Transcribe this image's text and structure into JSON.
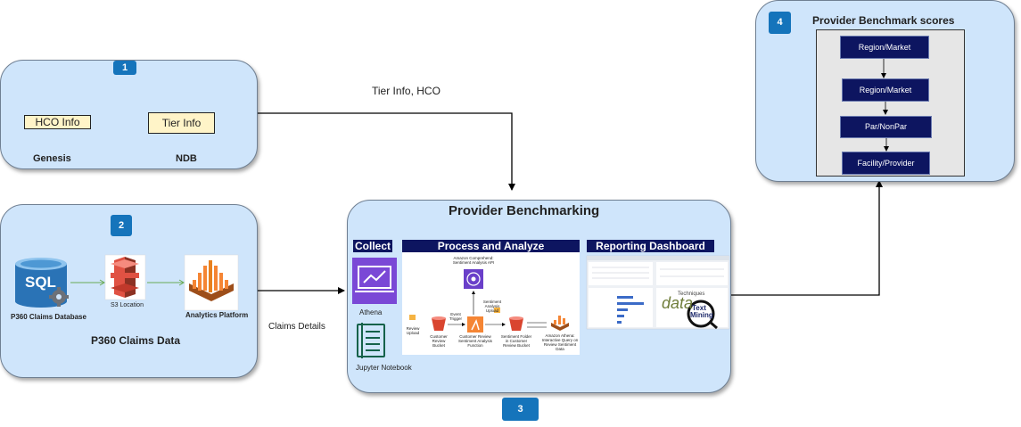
{
  "panel1": {
    "badge": "1",
    "hco_box": "HCO Info",
    "tier_box": "Tier Info",
    "genesis_label": "Genesis",
    "ndb_label": "NDB"
  },
  "panel2": {
    "badge": "2",
    "sql_text": "SQL",
    "db_label": "P360 Claims Database",
    "s3_label": "S3 Location",
    "analytics_label": "Analytics Platform",
    "title": "P360 Claims Data"
  },
  "connectors": {
    "tier_hco": "Tier Info, HCO",
    "claims_details": "Claims Details"
  },
  "panel3": {
    "title": "Provider Benchmarking",
    "collect": "Collect",
    "process": "Process and Analyze",
    "reporting": "Reporting Dashboard",
    "athena_label": "Athena",
    "jupyter_label": "Jupyter Notebook",
    "badge": "3",
    "flow": {
      "comprehend_api": "Amazon Comprehend: Sentiment Analysis API",
      "sentiment_upload": "Sentiment Analysis Upload",
      "review_upload": "Review Upload",
      "event_trigger": "Event Trigger",
      "review_bucket": "Customer Review Bucket",
      "sentiment_function": "Customer Review Sentiment Analysis Function",
      "sentiment_folder": "Sentiment Folder in Customer Review Bucket",
      "athena_query": "Amazon Athena: Interactive Query on Review Sentiment Data"
    },
    "cloud_words": [
      "data",
      "Text",
      "Mining",
      "Techniques"
    ]
  },
  "panel4": {
    "badge": "4",
    "title": "Provider Benchmark scores",
    "items": [
      "Region/Market",
      "Region/Market",
      "Par/NonPar",
      "Facility/Provider"
    ]
  },
  "colors": {
    "panel_fill": "#cfe5fb",
    "badge": "#1574bb",
    "navy": "#0d1560",
    "info_box": "#fff4c8",
    "aws_orange": "#f58534",
    "aws_red": "#d9452f",
    "athena_purple": "#7a48d6"
  },
  "icons": [
    "sql-database-icon",
    "gear-icon",
    "s3-bucket-icon",
    "analytics-platform-icon",
    "athena-icon",
    "notebook-icon",
    "comprehend-icon",
    "lambda-icon",
    "magnifier-icon"
  ]
}
